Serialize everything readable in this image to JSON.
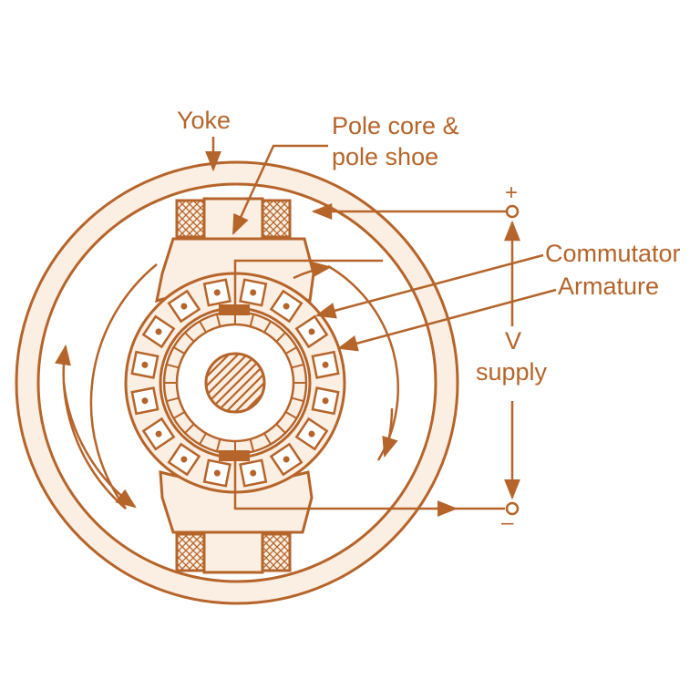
{
  "colors": {
    "stroke": "#b5642a",
    "fill": "#fbeee2",
    "background": "#ffffff"
  },
  "labels": {
    "yoke": "Yoke",
    "pole_core_line1": "Pole core &",
    "pole_core_line2": "pole shoe",
    "commutator": "Commutator",
    "armature": "Armature",
    "v": "V",
    "supply": "supply",
    "plus": "+",
    "minus": "–"
  },
  "armature": {
    "slot_count": 16,
    "commutator_segments": 24
  }
}
